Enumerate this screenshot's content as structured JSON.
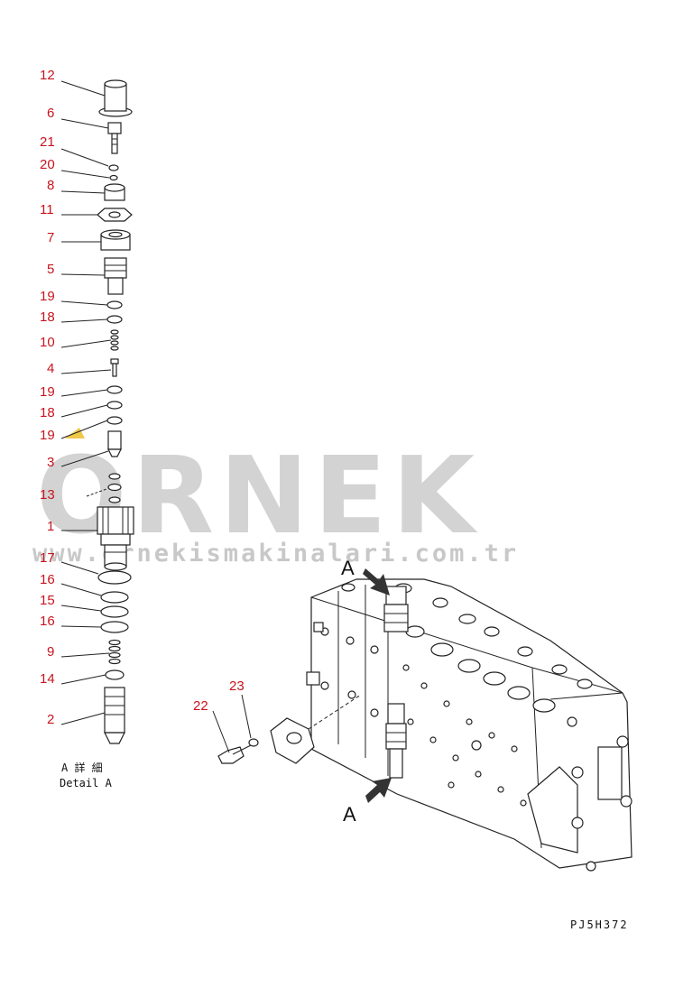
{
  "watermark": {
    "brand": "ORNEK",
    "url": "www.ornekismakinalari.com.tr"
  },
  "callouts_detail": [
    "12",
    "6",
    "21",
    "20",
    "8",
    "11",
    "7",
    "5",
    "19",
    "18",
    "10",
    "4",
    "19",
    "18",
    "19",
    "3",
    "13",
    "1",
    "17",
    "16",
    "15",
    "16",
    "9",
    "14",
    "2"
  ],
  "callouts_assembly": [
    "23",
    "22"
  ],
  "view_markers": [
    "A",
    "A"
  ],
  "detail_caption": {
    "jp": "A 詳 細",
    "en": "Detail A"
  },
  "drawing_code": "PJ5H372"
}
